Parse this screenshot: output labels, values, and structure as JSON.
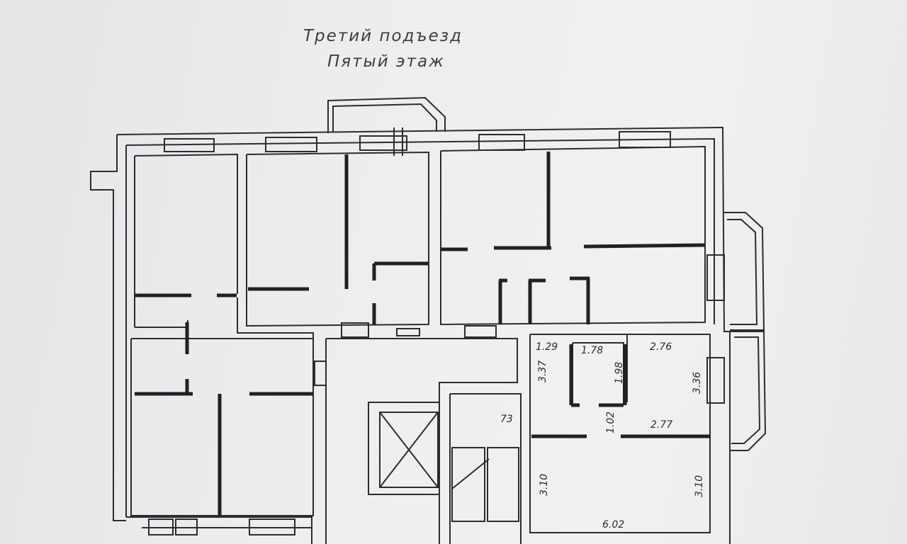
{
  "title": {
    "line1": "Третий подъезд",
    "line2": "Пятый этаж"
  },
  "dimensions": [
    {
      "id": "d129",
      "text": "1.29"
    },
    {
      "id": "d178",
      "text": "1.78"
    },
    {
      "id": "d276",
      "text": "2.76"
    },
    {
      "id": "d337",
      "text": "3.37"
    },
    {
      "id": "d198",
      "text": "1.98"
    },
    {
      "id": "d336",
      "text": "3.36"
    },
    {
      "id": "d73",
      "text": "73"
    },
    {
      "id": "d102",
      "text": "1.02"
    },
    {
      "id": "d277",
      "text": "2.77"
    },
    {
      "id": "d310a",
      "text": "3.10"
    },
    {
      "id": "d310b",
      "text": "3.10"
    },
    {
      "id": "d602",
      "text": "6.02"
    }
  ],
  "colors": {
    "wall": "#2a2c30",
    "wall_fill": "#eceeee",
    "line": "#1f2124"
  }
}
